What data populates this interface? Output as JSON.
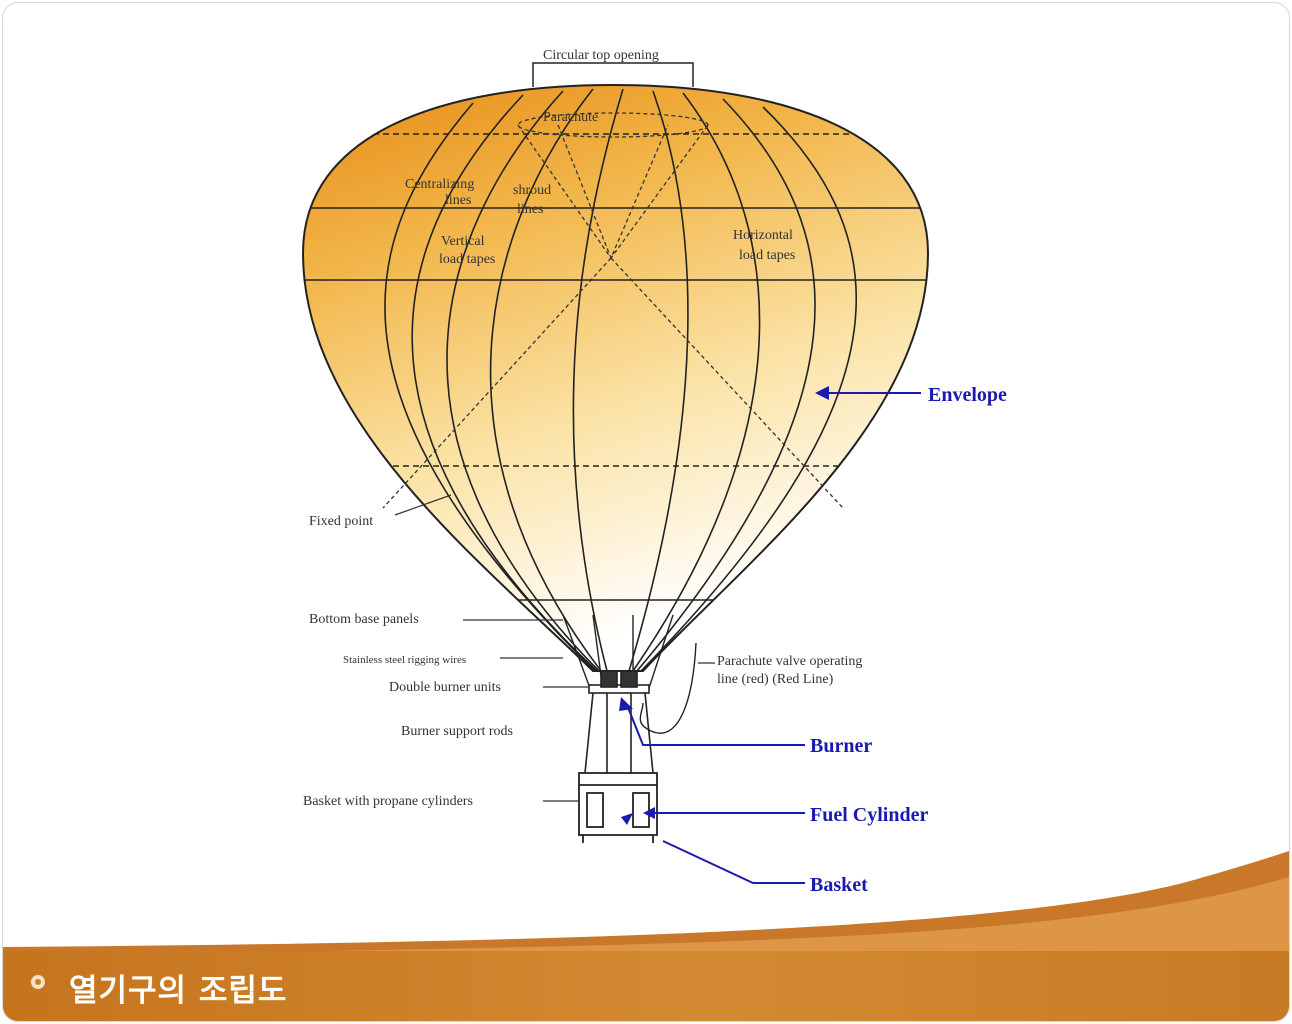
{
  "caption": "열기구의 조립도",
  "colors": {
    "accent_bar": "#c9782a",
    "pointer_blue": "#1a1ab0",
    "envelope_top": "#e8951c",
    "envelope_bottom": "#ffffff"
  },
  "diagram": {
    "top_label": "Circular top opening",
    "inner_labels": {
      "parachute": "Parachute",
      "centralizing_1": "Centralizing",
      "centralizing_2": "lines",
      "shroud_1": "shroud",
      "shroud_2": "lines",
      "vertical_1": "Vertical",
      "vertical_2": "load tapes",
      "horizontal_1": "Horizontal",
      "horizontal_2": "load tapes"
    },
    "side_labels": {
      "fixed_point": "Fixed point",
      "bottom_panels": "Bottom base panels",
      "rigging_wires": "Stainless steel rigging wires",
      "double_burner": "Double burner units",
      "burner_rods": "Burner support rods",
      "basket_cylinders": "Basket with propane cylinders",
      "parachute_valve_1": "Parachute valve operating",
      "parachute_valve_2": "line (red) (Red Line)"
    },
    "callouts": {
      "envelope": "Envelope",
      "burner": "Burner",
      "fuel_cylinder": "Fuel Cylinder",
      "basket": "Basket"
    }
  }
}
